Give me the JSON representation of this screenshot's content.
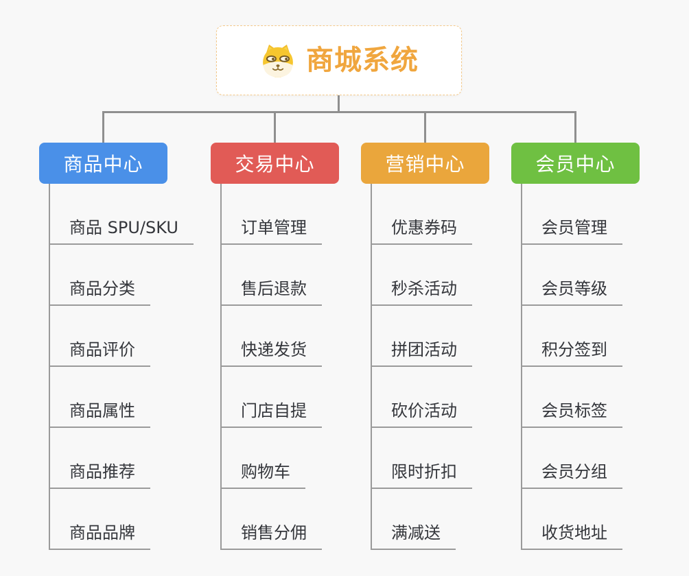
{
  "app": {
    "background_color": "#f8f8f8",
    "connector_color": "#8f8f8f",
    "branch_line_color": "#9a9a9a"
  },
  "root": {
    "title": "商城系统",
    "icon": "shiba-dog-icon",
    "title_color": "#f0a63e",
    "border_color": "#f4c98a"
  },
  "branches": [
    {
      "label": "商品中心",
      "color": "#4a90e8",
      "items": [
        "商品 SPU/SKU",
        "商品分类",
        "商品评价",
        "商品属性",
        "商品推荐",
        "商品品牌"
      ]
    },
    {
      "label": "交易中心",
      "color": "#e15b56",
      "items": [
        "订单管理",
        "售后退款",
        "快递发货",
        "门店自提",
        "购物车",
        "销售分佣"
      ]
    },
    {
      "label": "营销中心",
      "color": "#eaa63c",
      "items": [
        "优惠券码",
        "秒杀活动",
        "拼团活动",
        "砍价活动",
        "限时折扣",
        "满减送"
      ]
    },
    {
      "label": "会员中心",
      "color": "#6fc042",
      "items": [
        "会员管理",
        "会员等级",
        "积分签到",
        "会员标签",
        "会员分组",
        "收货地址"
      ]
    }
  ]
}
